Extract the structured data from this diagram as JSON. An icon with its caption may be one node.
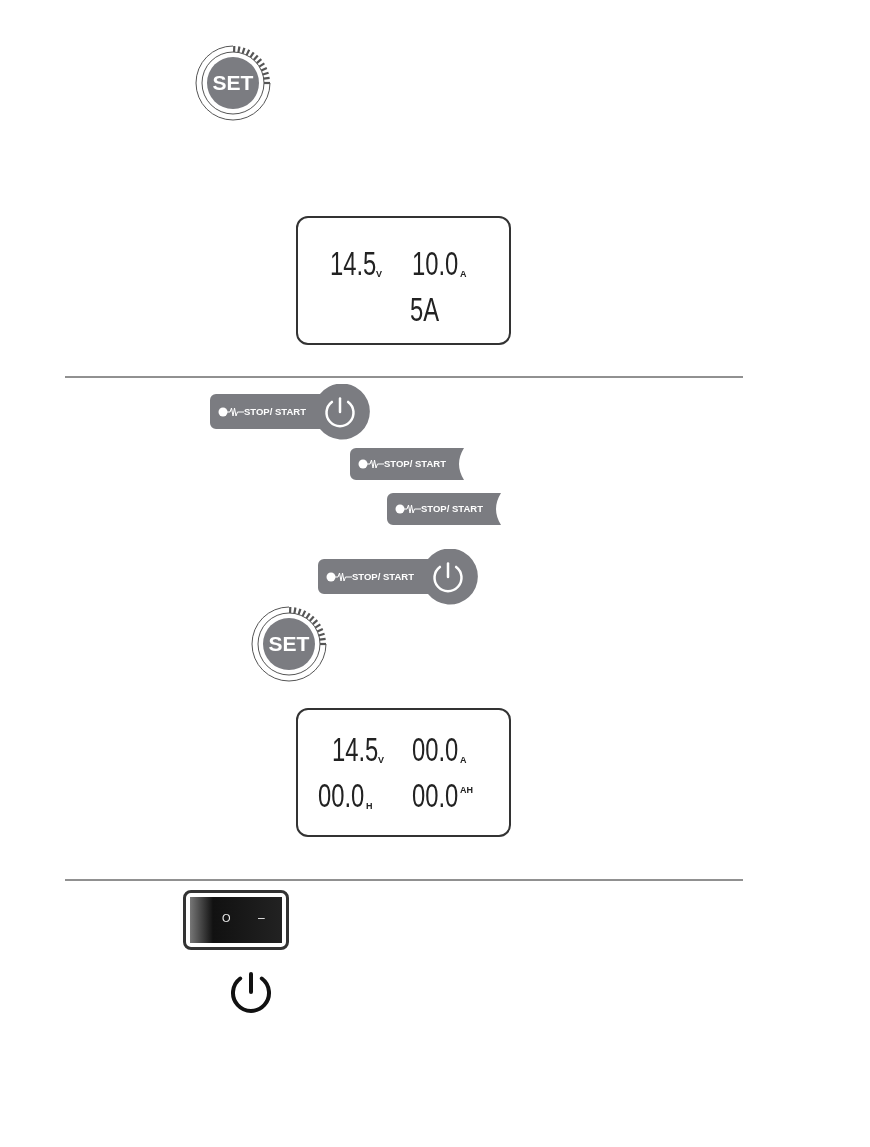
{
  "diagram": {
    "nodes": [
      {
        "text": [
          "SET"
        ]
      },
      {
        "text": [
          "14.5",
          "V",
          "10.0",
          "A",
          "5A"
        ]
      },
      {
        "text": [
          "STOP/ START"
        ]
      },
      {
        "text": [
          "STOP/ START"
        ]
      },
      {
        "text": [
          "STOP/ START"
        ]
      },
      {
        "text": [
          "STOP/ START"
        ]
      },
      {
        "text": [
          "SET"
        ]
      },
      {
        "text": [
          "14.5",
          "V",
          "00.0",
          "A",
          "00.0",
          "H",
          "00.0",
          "AH"
        ]
      },
      {
        "text": [
          "O",
          "–"
        ]
      }
    ],
    "edges": []
  }
}
